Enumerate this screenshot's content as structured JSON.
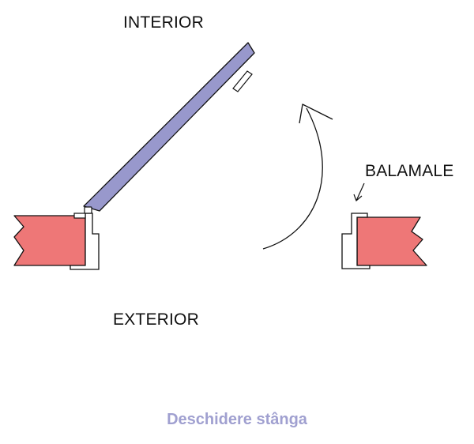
{
  "labels": {
    "interior": "INTERIOR",
    "exterior": "EXTERIOR",
    "hinges": "BALAMALE"
  },
  "caption": "Deschidere stânga",
  "colors": {
    "door_leaf": "#9898cc",
    "wall": "#ee7777",
    "outline": "#111111",
    "caption": "#a0a0d0"
  }
}
